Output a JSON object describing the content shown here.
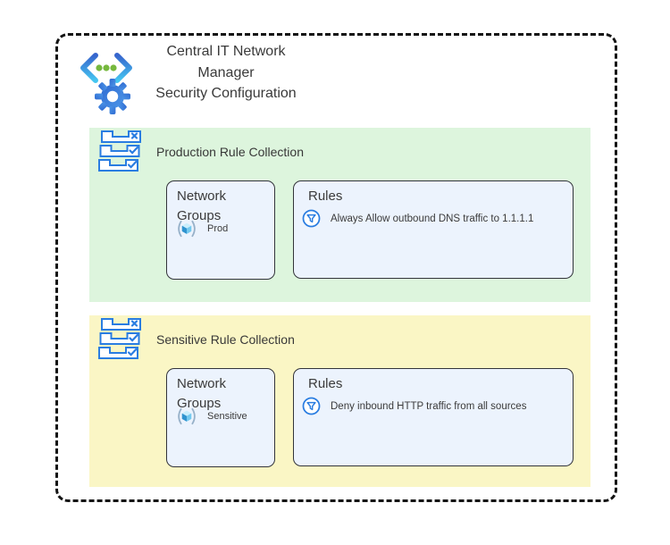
{
  "diagram": {
    "title_lines": [
      "Central IT Network",
      "Manager",
      "Security Configuration"
    ]
  },
  "collections": [
    {
      "title": "Production Rule Collection",
      "background_color": "#ddf5dd",
      "network_groups": {
        "title": "Network Groups",
        "items": [
          {
            "label": "Prod"
          }
        ]
      },
      "rules": {
        "title": "Rules",
        "items": [
          {
            "label": "Always Allow outbound DNS traffic to 1.1.1.1"
          }
        ]
      }
    },
    {
      "title": "Sensitive Rule Collection",
      "background_color": "#faf6c5",
      "network_groups": {
        "title": "Network Groups",
        "items": [
          {
            "label": "Sensitive"
          }
        ]
      },
      "rules": {
        "title": "Rules",
        "items": [
          {
            "label": "Deny inbound HTTP traffic from all sources"
          }
        ]
      }
    }
  ],
  "icons": {
    "header": "network-manager-code-gear-icon",
    "collection": "rule-collection-icon",
    "network_group": "cube-in-parentheses-icon",
    "rule": "filter-in-circle-icon"
  },
  "colors": {
    "production_bg": "#ddf5dd",
    "sensitive_bg": "#faf6c5",
    "box_fill": "#ecf3fd",
    "icon_blue": "#2a7de1",
    "dot_green": "#76b83e",
    "frame_dash": "#141414",
    "text": "#3a3a3a"
  }
}
